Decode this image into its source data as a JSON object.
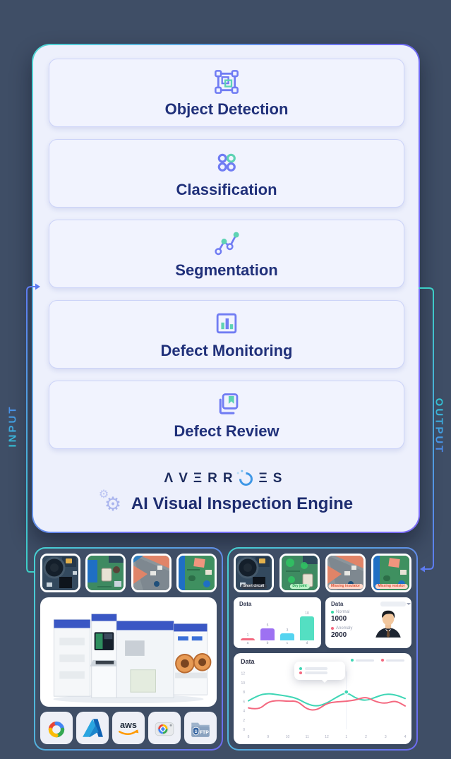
{
  "theme": {
    "bg": "#3f4e66",
    "card_bg": "#edf0fc",
    "accent_purple": "#707cf3",
    "accent_teal": "#5ed3b4",
    "text_navy": "#20307a",
    "gradient_teal": "#39cfcf",
    "gradient_blue": "#5d7bf0"
  },
  "icons": {
    "gear": "⚙"
  },
  "labels": {
    "input": "INPUT",
    "output": "OUTPUT"
  },
  "engine_card": {
    "features": [
      {
        "label": "Object Detection",
        "icon": "bounding-box-icon"
      },
      {
        "label": "Classification",
        "icon": "dots-grid-icon"
      },
      {
        "label": "Segmentation",
        "icon": "polyline-nodes-icon"
      },
      {
        "label": "Defect Monitoring",
        "icon": "bar-chart-square-icon"
      },
      {
        "label": "Defect Review",
        "icon": "bookmark-pages-icon"
      }
    ],
    "brand": {
      "name": "AVERROES",
      "glyphs_left": "ΛVΞRR",
      "glyphs_right": "ΞS"
    },
    "caption": "AI Visual Inspection Engine"
  },
  "input_panel": {
    "thumbnails": [
      {
        "name": "pcb-coil"
      },
      {
        "name": "pcb-green-blue"
      },
      {
        "name": "pcb-salmon"
      },
      {
        "name": "pcb-green-pink"
      }
    ],
    "machine": "wafer-inspection-machine",
    "integrations": [
      {
        "name": "Google Cloud"
      },
      {
        "name": "Microsoft Azure"
      },
      {
        "name": "AWS",
        "text": "aws"
      },
      {
        "name": "Camera"
      },
      {
        "name": "SFTP",
        "shield": "S",
        "text": "FTP"
      }
    ]
  },
  "output_panel": {
    "thumbnails": [
      {
        "label": "Short circuit",
        "style": "dark"
      },
      {
        "label": "Dry joint",
        "style": "green"
      },
      {
        "label": "Missing insulator",
        "style": "salmon"
      },
      {
        "label": "Missing resistor",
        "style": "salmon"
      }
    ]
  },
  "chart_data": [
    {
      "id": "defect-bar-chart",
      "type": "bar",
      "title": "Data",
      "categories": [
        "a",
        "b",
        "c",
        "d"
      ],
      "values": [
        1,
        5,
        3,
        10
      ],
      "colors": [
        "#f4687f",
        "#9d71f2",
        "#55d4f0",
        "#54dfc2"
      ],
      "ylim": [
        0,
        10
      ],
      "value_labels": true,
      "grid": false
    },
    {
      "id": "defect-stats",
      "type": "table",
      "title": "Data",
      "rows": [
        {
          "label": "Normal",
          "value": "1000",
          "color": "#35d9a6"
        },
        {
          "label": "Anomaly",
          "value": "2000",
          "color": "#f4687f"
        }
      ]
    },
    {
      "id": "trend-line-chart",
      "type": "line",
      "title": "Data",
      "x_labels": [
        "8",
        "9",
        "10",
        "11",
        "12",
        "1",
        "2",
        "3",
        "4"
      ],
      "y_ticks": [
        0,
        2,
        4,
        6,
        8,
        10,
        12
      ],
      "ylim": [
        0,
        13
      ],
      "legend_placeholder": true,
      "tooltip_at_x": 5,
      "series": [
        {
          "name": "series-teal",
          "color": "#3fd6b5",
          "marker_at": 10,
          "points": [
            [
              0,
              6.1
            ],
            [
              0.5,
              7.3
            ],
            [
              1,
              7.7
            ],
            [
              1.5,
              7.4
            ],
            [
              2,
              7.1
            ],
            [
              2.5,
              6.6
            ],
            [
              3,
              5.4
            ],
            [
              3.5,
              4.9
            ],
            [
              4,
              5.6
            ],
            [
              4.5,
              6.9
            ],
            [
              5,
              8.0
            ],
            [
              5.5,
              6.6
            ],
            [
              6,
              6.1
            ],
            [
              6.5,
              6.9
            ],
            [
              7,
              7.6
            ],
            [
              7.5,
              7.4
            ],
            [
              8,
              6.6
            ]
          ]
        },
        {
          "name": "series-pink",
          "color": "#f4687f",
          "points": [
            [
              0,
              4.6
            ],
            [
              0.5,
              4.1
            ],
            [
              1,
              5.9
            ],
            [
              1.5,
              6.2
            ],
            [
              2,
              6.0
            ],
            [
              2.5,
              6.1
            ],
            [
              3,
              4.2
            ],
            [
              3.5,
              4.1
            ],
            [
              4,
              5.6
            ],
            [
              4.5,
              5.9
            ],
            [
              5,
              6.0
            ],
            [
              5.5,
              6.3
            ],
            [
              6,
              7.0
            ],
            [
              6.5,
              5.9
            ],
            [
              7,
              5.5
            ],
            [
              7.5,
              6.2
            ],
            [
              8,
              5.0
            ]
          ]
        }
      ]
    }
  ]
}
